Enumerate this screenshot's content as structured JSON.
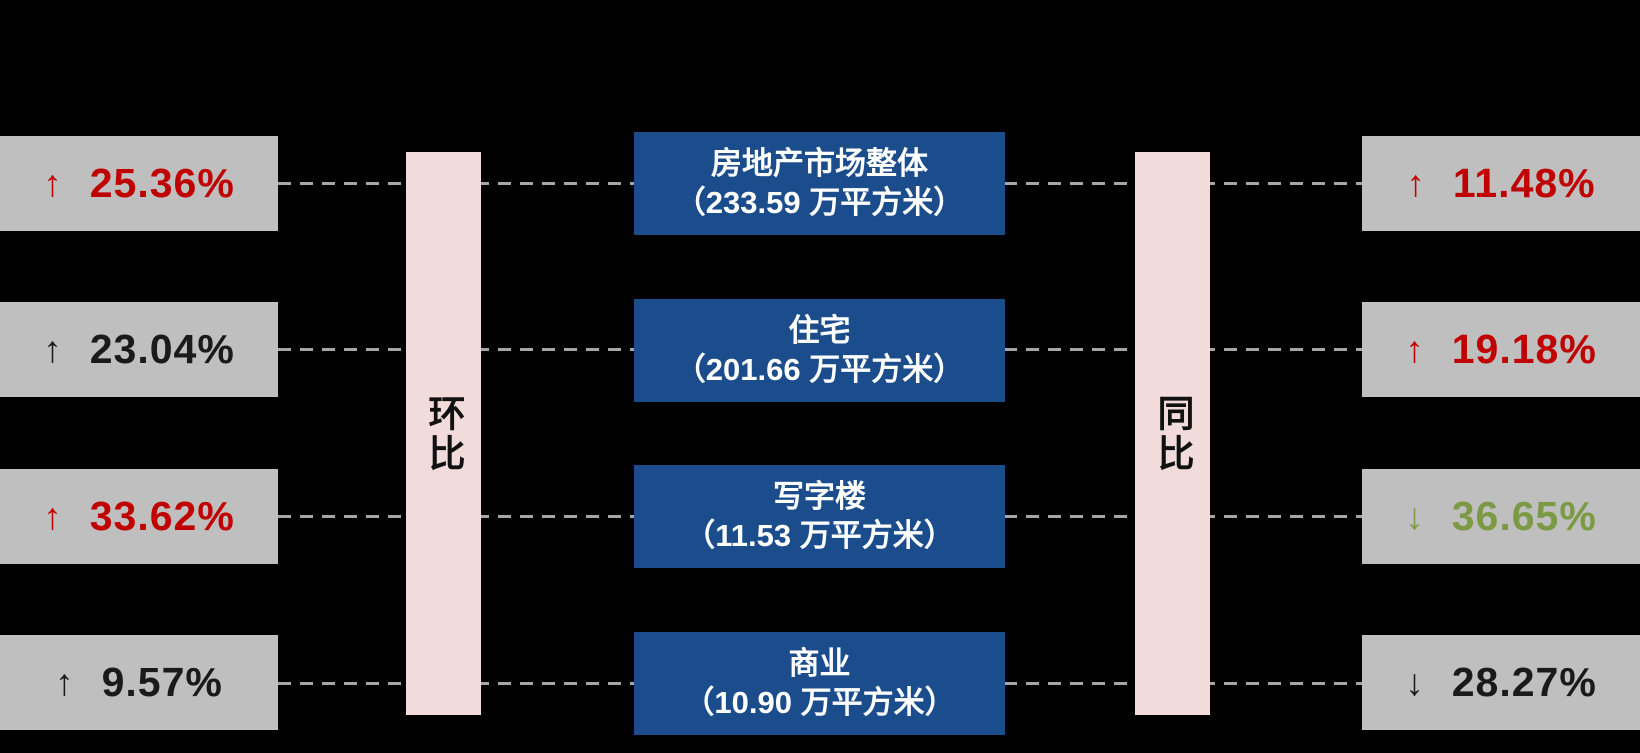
{
  "colors": {
    "background": "#000000",
    "gray_box": "#BFBFBF",
    "blue_box": "#1B4D8C",
    "pink_bar": "#F2DCDB",
    "dash_line": "#A6A6A6",
    "red": "#C00000",
    "green": "#7C9A43",
    "black": "#1A1A1A",
    "white": "#FFFFFF"
  },
  "columns": {
    "mom_label": "环比",
    "yoy_label": "同比"
  },
  "rows": [
    {
      "category": "房地产市场整体",
      "area_label": "（233.59 万平方米）",
      "mom": {
        "arrow": "↑",
        "value": "25.36%",
        "color": "#C00000"
      },
      "yoy": {
        "arrow": "↑",
        "value": "11.48%",
        "color": "#C00000"
      }
    },
    {
      "category": "住宅",
      "area_label": "（201.66 万平方米）",
      "mom": {
        "arrow": "↑",
        "value": "23.04%",
        "color": "#1A1A1A"
      },
      "yoy": {
        "arrow": "↑",
        "value": "19.18%",
        "color": "#C00000"
      }
    },
    {
      "category": "写字楼",
      "area_label": "（11.53 万平方米）",
      "mom": {
        "arrow": "↑",
        "value": "33.62%",
        "color": "#C00000"
      },
      "yoy": {
        "arrow": "↓",
        "value": "36.65%",
        "color": "#7C9A43"
      }
    },
    {
      "category": "商业",
      "area_label": "（10.90 万平方米）",
      "mom": {
        "arrow": "↑",
        "value": "9.57%",
        "color": "#1A1A1A"
      },
      "yoy": {
        "arrow": "↓",
        "value": "28.27%",
        "color": "#1A1A1A"
      }
    }
  ]
}
